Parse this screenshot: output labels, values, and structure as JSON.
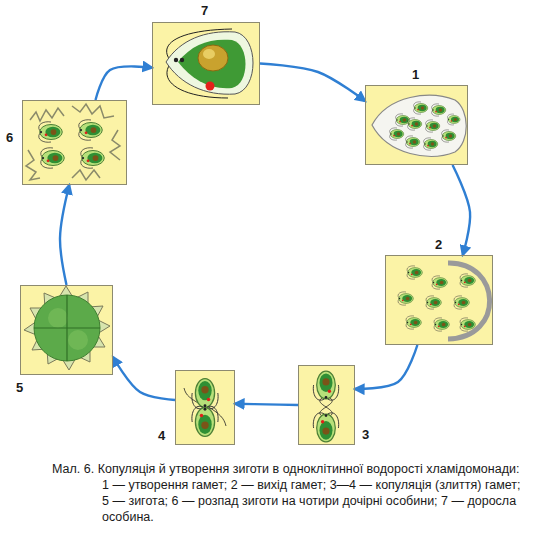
{
  "diagram": {
    "caption": "Мал. 6. Копуляція й утворення зиготи в одноклітинної водорості хламідомонади: 1 — утворення гамет; 2 — вихід гамет; 3—4 — копуляція (злиття) гамет; 5 — зигота; 6 — розпад зиготи на чотири дочірні особини; 7 — доросла особина.",
    "nodes": [
      {
        "text": [
          "1"
        ]
      },
      {
        "text": [
          "2"
        ]
      },
      {
        "text": [
          "3"
        ]
      },
      {
        "text": [
          "4"
        ]
      },
      {
        "text": [
          "5"
        ]
      },
      {
        "text": [
          "6"
        ]
      },
      {
        "text": [
          "7"
        ]
      }
    ],
    "edges": [
      {
        "from": 0,
        "to": 1,
        "arrow": "to"
      },
      {
        "from": 1,
        "to": 2,
        "arrow": "to"
      },
      {
        "from": 2,
        "to": 3,
        "arrow": "to"
      },
      {
        "from": 3,
        "to": 4,
        "arrow": "to"
      },
      {
        "from": 4,
        "to": 5,
        "arrow": "to"
      },
      {
        "from": 5,
        "to": 6,
        "arrow": "to"
      },
      {
        "from": 6,
        "to": 0,
        "arrow": "to"
      }
    ]
  }
}
